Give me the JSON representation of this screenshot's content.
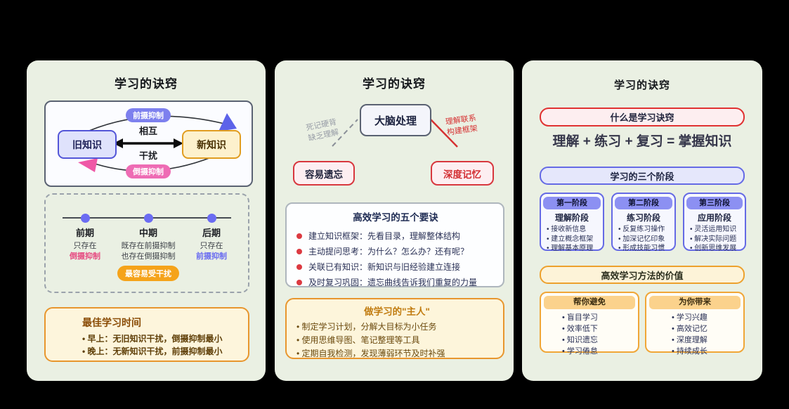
{
  "colors": {
    "panel_bg": "#eaf0e3",
    "purple_accent": "#656ae5",
    "orange_accent": "#e8962e",
    "red_accent": "#e03131",
    "pink_accent": "#e64980"
  },
  "panel1": {
    "title": "学习的诀窍",
    "diagram": {
      "old_node": "旧知识",
      "new_node": "新知识",
      "top_pill": "前摄抑制",
      "bottom_pill": "倒摄抑制",
      "middle_top": "相互",
      "middle_bottom": "干扰"
    },
    "timeline": {
      "stages": [
        {
          "name": "前期",
          "line1": "只存在",
          "highlight": "倒摄抑制"
        },
        {
          "name": "中期",
          "line1": "既存在前摄抑制",
          "line2": "也存在倒摄抑制",
          "pill": "最容易受干扰"
        },
        {
          "name": "后期",
          "line1": "只存在",
          "highlight": "前摄抑制"
        }
      ]
    },
    "best_time": {
      "title": "最佳学习时间",
      "items": [
        "早上：无旧知识干扰，倒摄抑制最小",
        "晚上：无新知识干扰，前摄抑制最小"
      ]
    }
  },
  "panel2": {
    "title": "学习的诀窍",
    "flow": {
      "brain": "大脑处理",
      "left_label_line1": "死记硬背",
      "left_label_line2": "缺乏理解",
      "right_label_line1": "理解联系",
      "right_label_line2": "构建框架",
      "left_result": "容易遗忘",
      "right_result": "深度记忆"
    },
    "tips": {
      "title": "高效学习的五个要诀",
      "items": [
        "建立知识框架：先看目录，理解整体结构",
        "主动提问思考：为什么？怎么办？还有呢？",
        "关联已有知识：新知识与旧经验建立连接",
        "及时复习巩固：遗忘曲线告诉我们重复的力量"
      ]
    },
    "master": {
      "title": "做学习的\"主人\"",
      "items": [
        "制定学习计划，分解大目标为小任务",
        "使用思维导图、笔记整理等工具",
        "定期自我检测，发现薄弱环节及时补强"
      ]
    }
  },
  "panel3": {
    "title": "学习的诀窍",
    "what_header": "什么是学习诀窍",
    "formula": "理解 + 练习 + 复习 = 掌握知识",
    "stages_header": "学习的三个阶段",
    "stages": [
      {
        "badge": "第一阶段",
        "name": "理解阶段",
        "items": [
          "接收新信息",
          "建立概念框架",
          "理解基本原理"
        ]
      },
      {
        "badge": "第二阶段",
        "name": "练习阶段",
        "items": [
          "反复练习操作",
          "加深记忆印象",
          "形成技能习惯"
        ]
      },
      {
        "badge": "第三阶段",
        "name": "应用阶段",
        "items": [
          "灵活运用知识",
          "解决实际问题",
          "创新思维发展"
        ]
      }
    ],
    "value_header": "高效学习方法的价值",
    "value_cards": [
      {
        "badge": "帮你避免",
        "items": [
          "盲目学习",
          "效率低下",
          "知识遗忘",
          "学习倦怠"
        ]
      },
      {
        "badge": "为你带来",
        "items": [
          "学习兴趣",
          "高效记忆",
          "深度理解",
          "持续成长"
        ]
      }
    ]
  }
}
